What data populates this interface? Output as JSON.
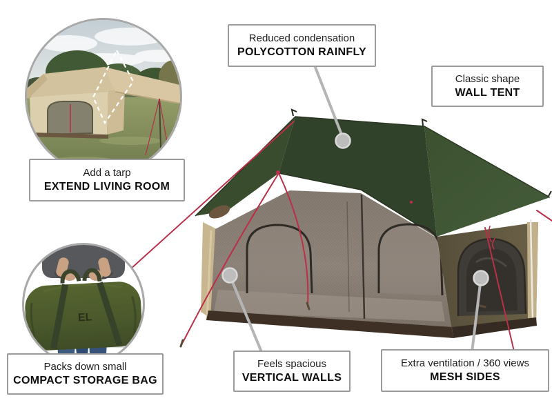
{
  "callouts": {
    "rainfly": {
      "line1": "Reduced condensation",
      "line2": "POLYCOTTON RAINFLY"
    },
    "wall_tent": {
      "line1": "Classic shape",
      "line2": "WALL TENT"
    },
    "tarp": {
      "line1": "Add a tarp",
      "line2": "EXTEND LIVING ROOM"
    },
    "storage_bag": {
      "line1": "Packs down small",
      "line2": "COMPACT STORAGE BAG"
    },
    "vertical_walls": {
      "line1": "Feels spacious",
      "line2": "VERTICAL WALLS"
    },
    "mesh_sides": {
      "line1": "Extra ventilation / 360 views",
      "line2": "MESH SIDES"
    }
  },
  "insets": {
    "tarp_photo": {
      "description": "wall tent with tarp awning extended over grass"
    },
    "storage_bag": {
      "bag_logo": "EL",
      "description": "person holding olive duffel storage bag"
    }
  },
  "colors": {
    "rainfly_green_dark": "#31422a",
    "rainfly_green_light": "#41573a",
    "canvas_tan": "#c9b795",
    "mesh_gray": "#8b8077",
    "side_wall_olive": "#61573f",
    "skirt_brown": "#3e3025",
    "guy_line_red": "#b93048",
    "connector_gray": "#b5b5b5",
    "callout_border_gray": "#9b9b9b"
  }
}
